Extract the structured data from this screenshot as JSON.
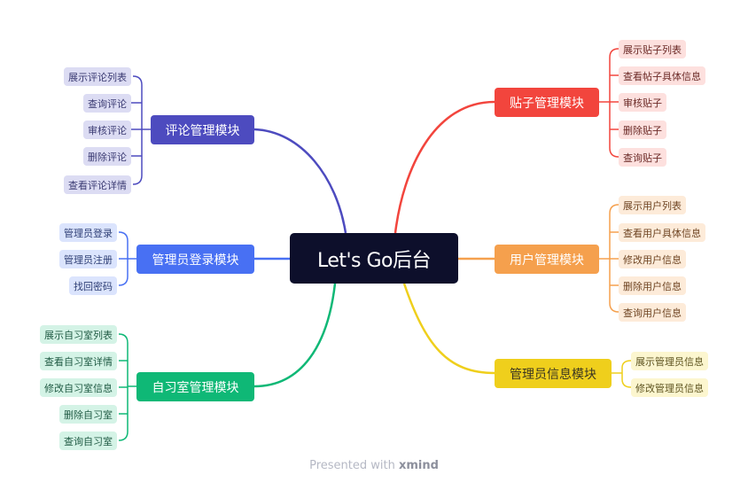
{
  "center": "Let's Go后台",
  "branches": {
    "comment": {
      "title": "评论管理模块",
      "color": "#4d4bbf",
      "items": [
        "展示评论列表",
        "查询评论",
        "审核评论",
        "删除评论",
        "查看评论详情"
      ]
    },
    "admin_login": {
      "title": "管理员登录模块",
      "color": "#4870f3",
      "items": [
        "管理员登录",
        "管理员注册",
        "找回密码"
      ]
    },
    "study_room": {
      "title": "自习室管理模块",
      "color": "#0fb876",
      "items": [
        "展示自习室列表",
        "查看自习室详情",
        "修改自习室信息",
        "删除自习室",
        "查询自习室"
      ]
    },
    "post": {
      "title": "贴子管理模块",
      "color": "#f2453d",
      "items": [
        "展示贴子列表",
        "查看帖子具体信息",
        "审核贴子",
        "删除贴子",
        "查询贴子"
      ]
    },
    "user": {
      "title": "用户管理模块",
      "color": "#f5a04d",
      "items": [
        "展示用户列表",
        "查看用户具体信息",
        "修改用户信息",
        "删除用户信息",
        "查询用户信息"
      ]
    },
    "admin_info": {
      "title": "管理员信息模块",
      "color": "#efcf1c",
      "items": [
        "展示管理员信息",
        "修改管理员信息"
      ]
    }
  },
  "footer": {
    "prefix": "Presented with ",
    "brand": "xmind"
  }
}
